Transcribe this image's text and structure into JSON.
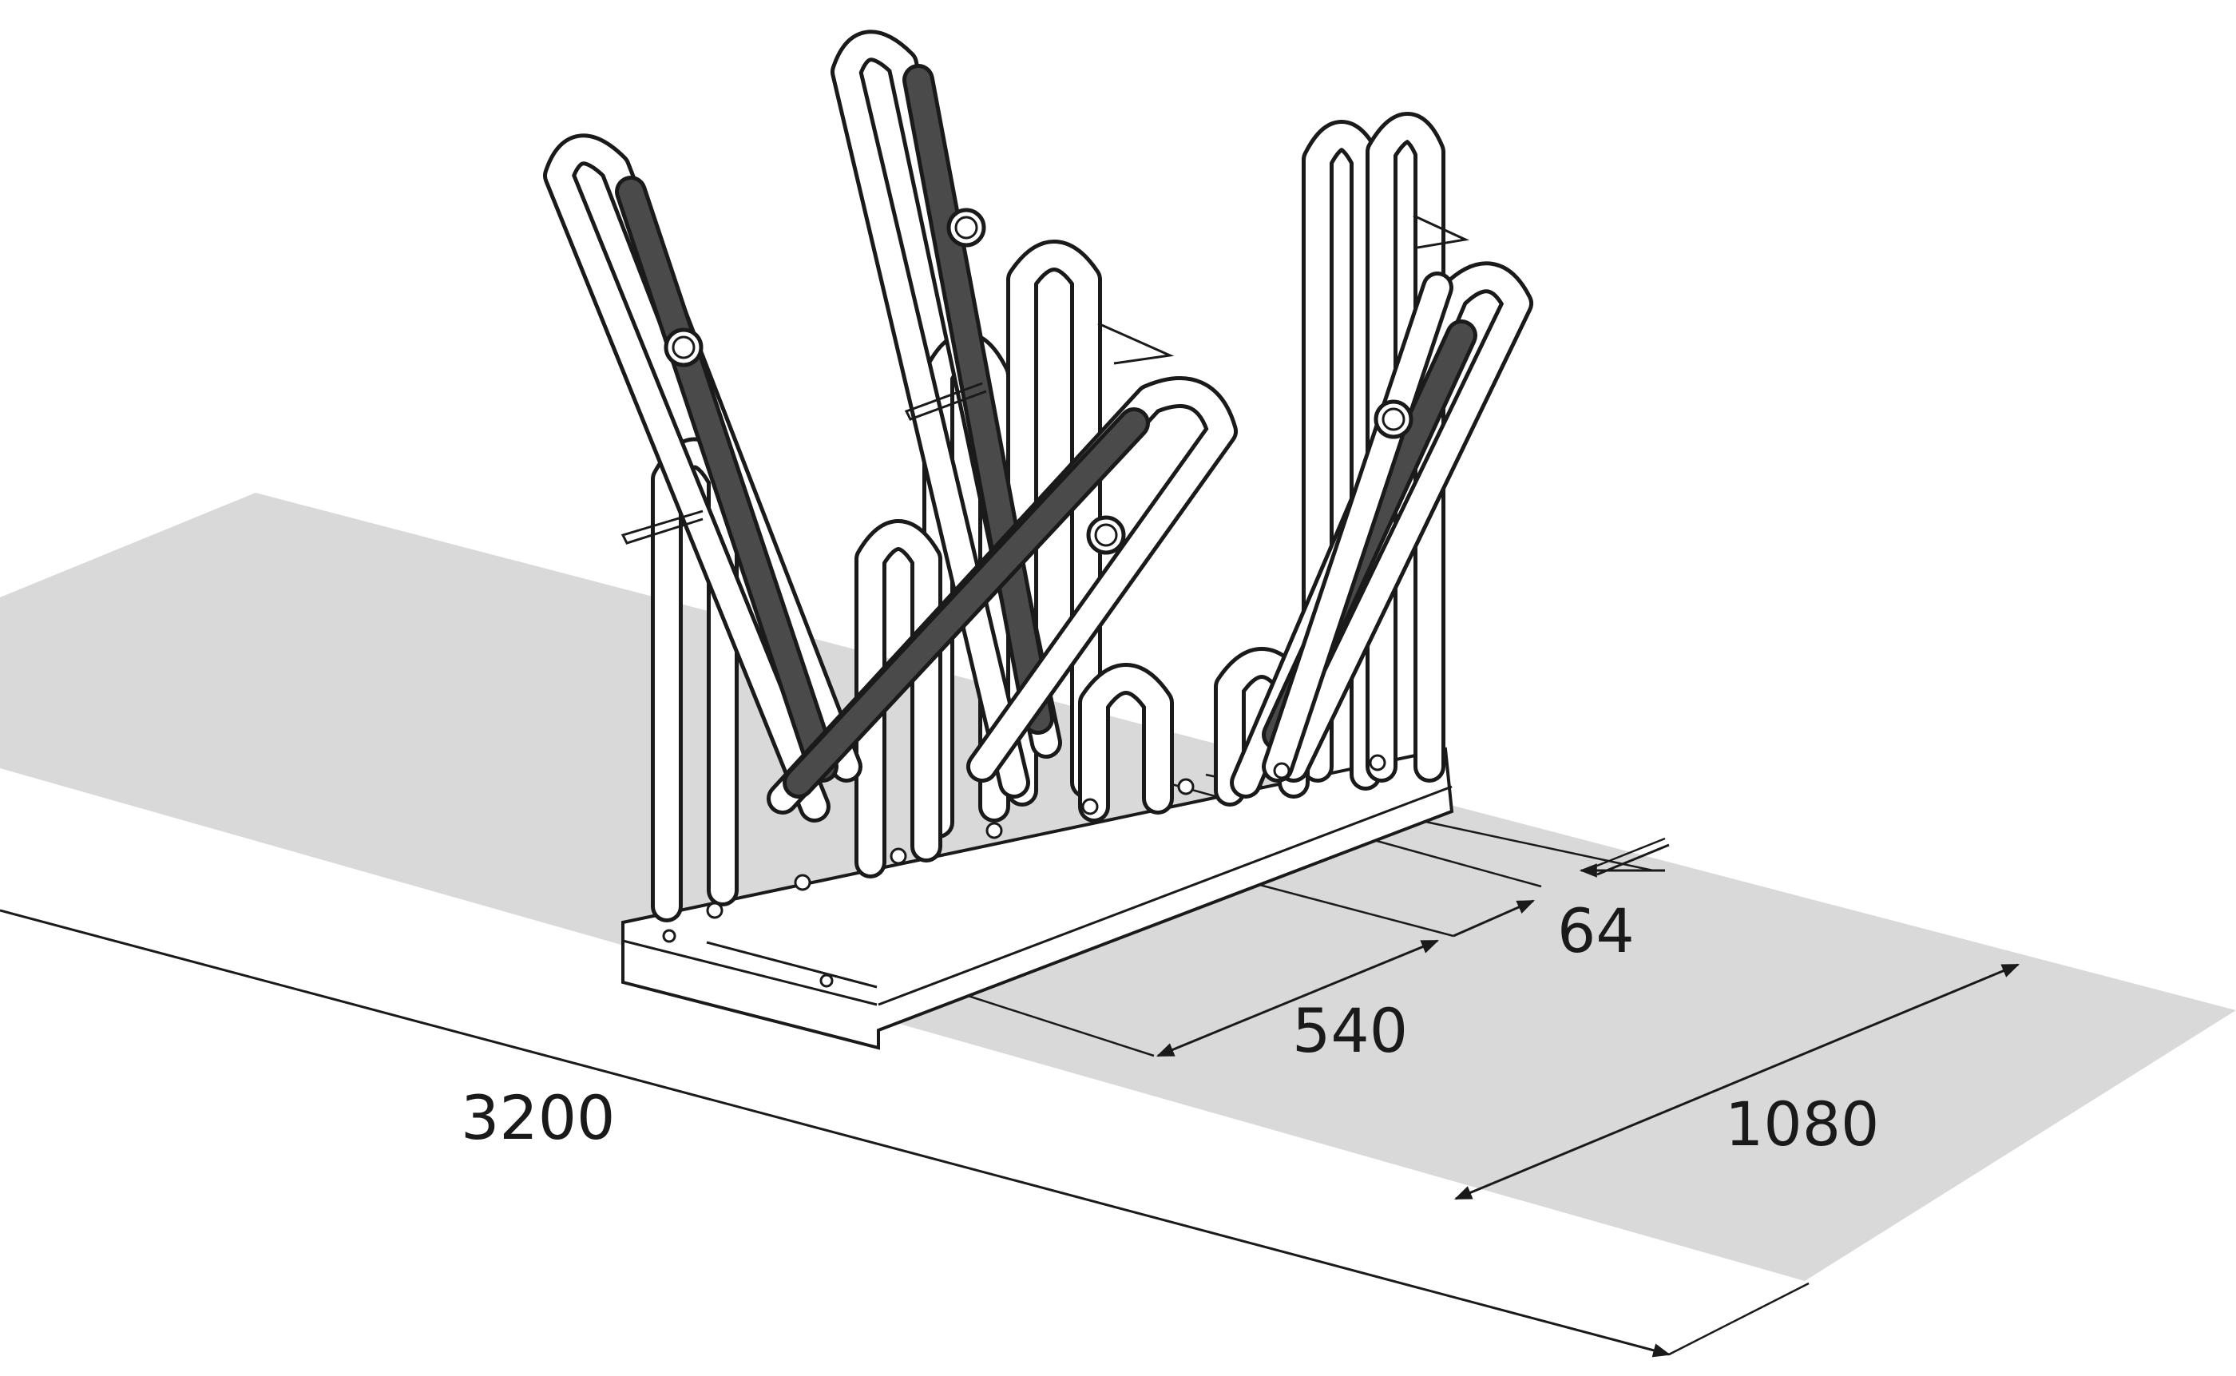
{
  "dimensions": {
    "total_length": "3200",
    "depth": "1080",
    "spacing": "540",
    "tube_diameter": "64"
  },
  "colors": {
    "floor": "#d9d9d9",
    "line": "#1a1a1a",
    "grip": "#4a4a4a",
    "background": "#ffffff"
  }
}
